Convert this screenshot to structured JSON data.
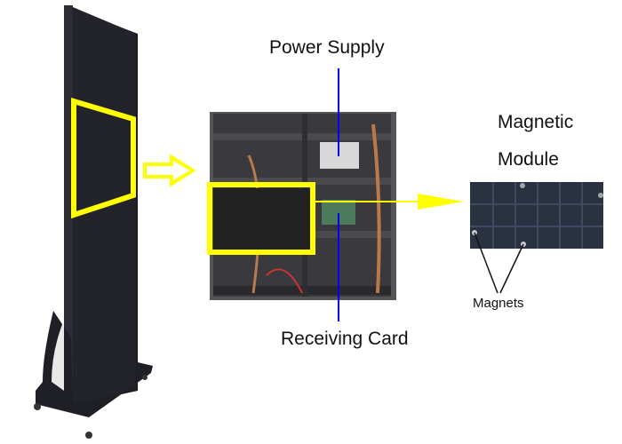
{
  "labels": {
    "power_supply": "Power Supply",
    "receiving_card": "Receiving Card",
    "magnetic": "Magnetic",
    "module": "Module",
    "magnets": "Magnets"
  },
  "colors": {
    "highlight": "#ffff00",
    "pointer_line": "#0000ee",
    "cabinet_frame": "#2a2a2a",
    "panel_dark": "#1e1e24"
  }
}
